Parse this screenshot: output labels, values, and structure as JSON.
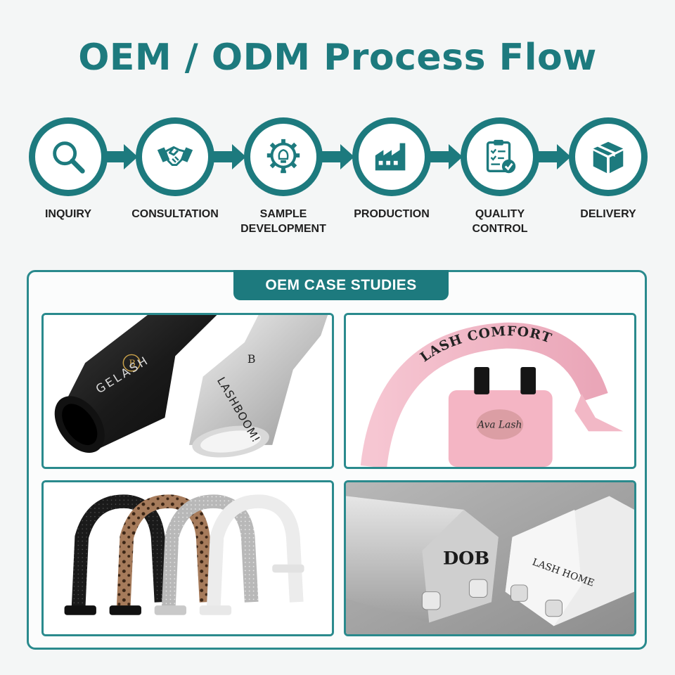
{
  "header": {
    "title": "OEM / ODM Process Flow"
  },
  "process": {
    "steps": [
      {
        "label": "INQUIRY",
        "icon": "magnifier-icon"
      },
      {
        "label": "CONSULTATION",
        "icon": "handshake-icon"
      },
      {
        "label": "SAMPLE\nDEVELOPMENT",
        "icon": "gear-lightbulb-icon"
      },
      {
        "label": "PRODUCTION",
        "icon": "factory-icon"
      },
      {
        "label": "QUALITY\nCONTROL",
        "icon": "clipboard-check-icon"
      },
      {
        "label": "DELIVERY",
        "icon": "box-icon"
      }
    ]
  },
  "case_studies": {
    "tab_label": "OEM CASE STUDIES",
    "cards": [
      {
        "brand_a": "GELASH",
        "brand_b": "LASHBOOM!"
      },
      {
        "arc_text": "LASH COMFORT",
        "logo_text": "Ava Lash"
      },
      {
        "variants": [
          "black glitter",
          "leopard",
          "silver glitter",
          "white"
        ]
      },
      {
        "brand_a": "DOB",
        "brand_b": "LASH HOME"
      }
    ]
  },
  "colors": {
    "accent": "#1d7a7e",
    "border": "#2a8a8d",
    "pink": "#f2b8c6"
  }
}
